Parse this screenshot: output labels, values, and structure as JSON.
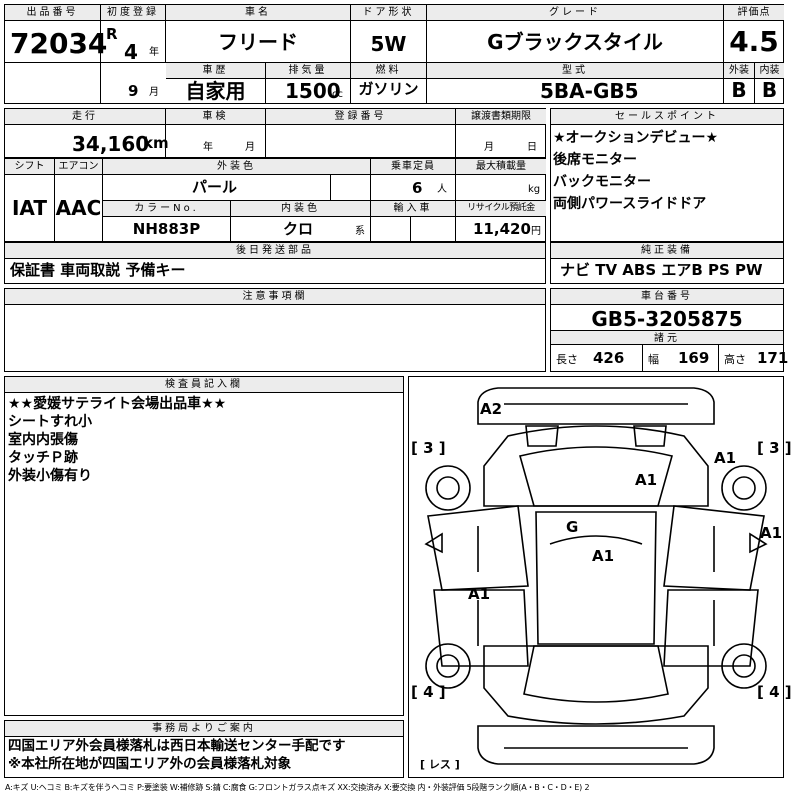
{
  "header": {
    "lot_label": "出品番号",
    "lot_number": "72034",
    "reg_label": "初度登録",
    "era": "R",
    "reg_year": "4",
    "year_unit": "年",
    "reg_month": "9",
    "month_unit": "月",
    "name_label": "車名",
    "car_name": "フリード",
    "door_label": "ドア形状",
    "door": "5W",
    "grade_label": "グレード",
    "grade": "Gブラックスタイル",
    "score_label": "評価点",
    "score": "4.5",
    "history_label": "車歴",
    "history": "自家用",
    "disp_label": "排気量",
    "displacement": "1500",
    "disp_unit": "cc",
    "fuel_label": "燃料",
    "fuel": "ガソリン",
    "model_label": "型式",
    "model": "5BA-GB5",
    "ext_label": "外装",
    "ext_grade": "B",
    "int_label": "内装",
    "int_grade": "B"
  },
  "row2": {
    "mileage_label": "走行",
    "mileage": "34,160",
    "mileage_unit": "km",
    "inspection_label": "車検",
    "insp_year_unit": "年",
    "insp_month_unit": "月",
    "regno_label": "登録番号",
    "transfer_label": "譲渡書類期限",
    "transfer_month_unit": "月",
    "transfer_day_unit": "日"
  },
  "row3": {
    "shift_label": "シフト",
    "shift": "IAT",
    "ac_label": "エアコン",
    "ac": "AAC",
    "color_label": "外装色",
    "color": "パール",
    "seats_label": "乗車定員",
    "seats": "6",
    "seats_unit": "人",
    "load_label": "最大積載量",
    "load_unit": "kg",
    "colorno_label": "カラーNo.",
    "color_no": "NH883P",
    "interior_label": "内装色",
    "interior_color": "クロ",
    "interior_unit": "系",
    "import_label": "輸入車",
    "recycle_label": "リサイクル預託金",
    "recycle": "11,420",
    "recycle_unit": "円"
  },
  "later_parts": {
    "label": "後日発送部品",
    "text": "保証書 車両取説 予備キー"
  },
  "notes": {
    "label": "注意事項欄"
  },
  "sales_points": {
    "label": "セールスポイント",
    "items": [
      "★オークションデビュー★",
      "後席モニター",
      "バックモニター",
      "両側パワースライドドア"
    ]
  },
  "equipment": {
    "label": "純正装備",
    "text": "ナビ TV ABS エアB PS PW"
  },
  "chassis": {
    "label": "車台番号",
    "number": "GB5-3205875"
  },
  "specs": {
    "label": "諸元",
    "length_label": "長さ",
    "length": "426",
    "width_label": "幅",
    "width": "169",
    "height_label": "高さ",
    "height": "171"
  },
  "inspector": {
    "label": "検査員記入欄",
    "lines": [
      "★★愛媛サテライト会場出品車★★",
      "シートすれ小",
      "室内内張傷",
      "タッチＰ跡",
      "外装小傷有り"
    ]
  },
  "diagram": {
    "marks": [
      {
        "id": "a2",
        "text": "A2"
      },
      {
        "id": "a1-hood",
        "text": "A1"
      },
      {
        "id": "a1-right-front",
        "text": "A1"
      },
      {
        "id": "a1-right-side",
        "text": "A1"
      },
      {
        "id": "g-glass",
        "text": "G"
      },
      {
        "id": "a1-roof",
        "text": "A1"
      },
      {
        "id": "a1-left-door",
        "text": "A1"
      }
    ],
    "tire_front_left": "3",
    "tire_front_right": "3",
    "tire_rear_left": "4",
    "tire_rear_right": "4",
    "spare": "レス"
  },
  "office": {
    "label": "事務局よりご案内",
    "lines": [
      "四国エリア外会員様落札は西日本輸送センター手配です",
      "※本社所在地が四国エリア外の会員様落札対象"
    ]
  },
  "legend": "A:キズ U:ヘコミ B:キズを伴うヘコミ P:要塗装 W:補修跡 S:錆 C:腐食 G:フロントガラス点キズ XX:交換済み X:要交換 内・外装評価 5段階ランク順(A・B・C・D・E) 2"
}
